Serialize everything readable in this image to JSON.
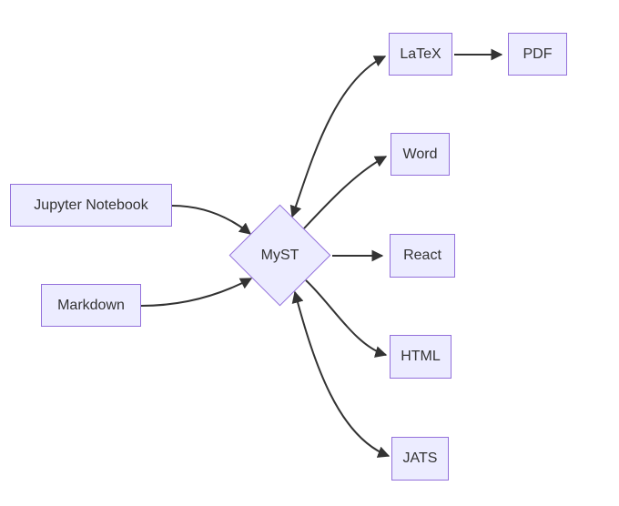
{
  "diagram": {
    "type": "flowchart",
    "direction": "left-to-right",
    "background_color": "#ffffff",
    "colors": {
      "node_fill": "#ECECFF",
      "node_border": "#9370DB",
      "edge": "#333333",
      "text": "#333333"
    },
    "nodes": {
      "jupyter": {
        "label": "Jupyter Notebook",
        "shape": "rectangle"
      },
      "markdown": {
        "label": "Markdown",
        "shape": "rectangle"
      },
      "myst": {
        "label": "MyST",
        "shape": "diamond"
      },
      "latex": {
        "label": "LaTeX",
        "shape": "rectangle"
      },
      "pdf": {
        "label": "PDF",
        "shape": "rectangle"
      },
      "word": {
        "label": "Word",
        "shape": "rectangle"
      },
      "react": {
        "label": "React",
        "shape": "rectangle"
      },
      "html": {
        "label": "HTML",
        "shape": "rectangle"
      },
      "jats": {
        "label": "JATS",
        "shape": "rectangle"
      }
    },
    "edges": [
      {
        "from": "Jupyter Notebook",
        "to": "MyST",
        "arrows": "to"
      },
      {
        "from": "Markdown",
        "to": "MyST",
        "arrows": "to"
      },
      {
        "from": "MyST",
        "to": "LaTeX",
        "arrows": "both"
      },
      {
        "from": "LaTeX",
        "to": "PDF",
        "arrows": "to"
      },
      {
        "from": "MyST",
        "to": "Word",
        "arrows": "to"
      },
      {
        "from": "MyST",
        "to": "React",
        "arrows": "to"
      },
      {
        "from": "MyST",
        "to": "HTML",
        "arrows": "to"
      },
      {
        "from": "MyST",
        "to": "JATS",
        "arrows": "both"
      }
    ]
  }
}
